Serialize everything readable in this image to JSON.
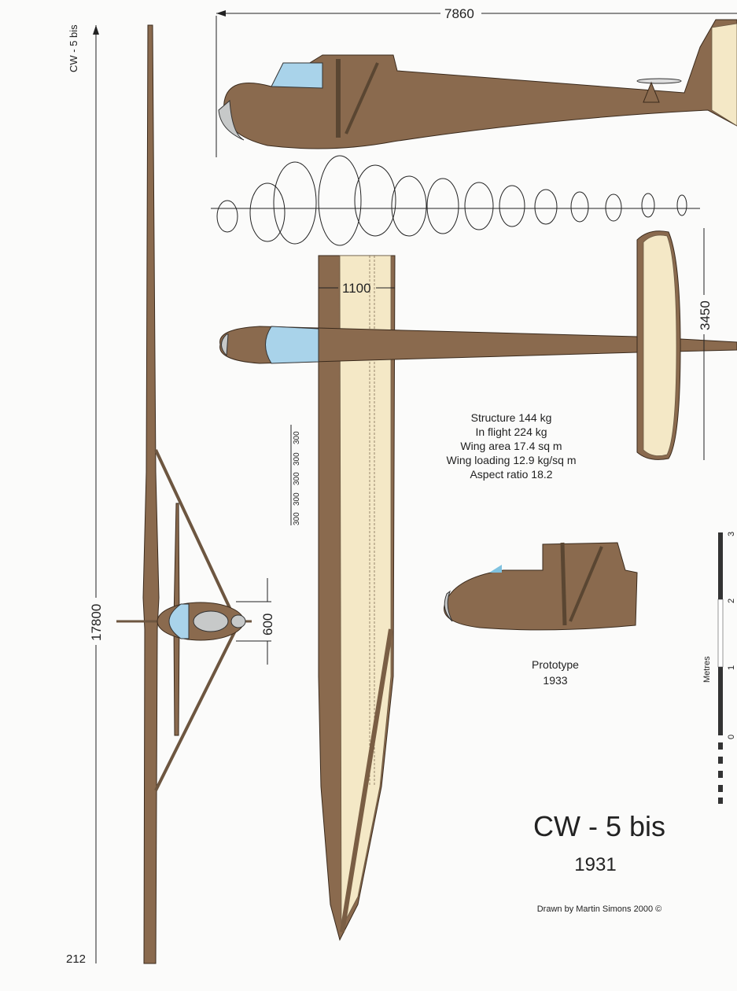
{
  "header": {
    "running_title": "CW - 5 bis",
    "page_number": "212"
  },
  "dimensions": {
    "length": "7860",
    "span": "17800",
    "wing_chord": "1100",
    "tailplane_span": "3450",
    "fuselage_width": "600",
    "rib_spacing": [
      "300",
      "300",
      "300",
      "300",
      "300"
    ]
  },
  "specs": [
    "Structure 144 kg",
    "In flight 224 kg",
    "Wing area 17.4 sq m",
    "Wing loading 12.9 kg/sq m",
    "Aspect ratio 18.2"
  ],
  "prototype": {
    "label": "Prototype",
    "year": "1933"
  },
  "title": {
    "name": "CW - 5 bis",
    "year": "1931",
    "credit": "Drawn by Martin Simons 2000 ©"
  },
  "scale": {
    "unit": "Metres",
    "ticks": [
      "0",
      "1",
      "2",
      "3"
    ]
  },
  "colors": {
    "fuselage": "#8a6a4e",
    "fabric": "#f4e8c6",
    "canopy": "#a9d3ea"
  }
}
